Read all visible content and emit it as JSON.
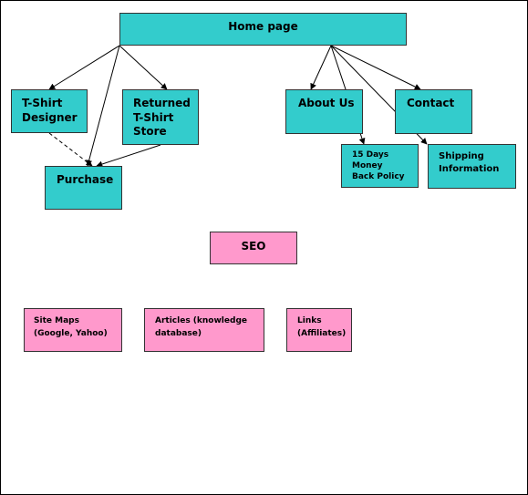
{
  "nodes": {
    "home": "Home page",
    "tshirt_designer": "T-Shirt\nDesigner",
    "returned_store": "Returned\nT-Shirt\nStore",
    "about": "About Us",
    "contact": "Contact",
    "purchase": "Purchase",
    "return_policy": "15 Days\nMoney\nBack Policy",
    "shipping": "Shipping\nInformation",
    "seo": "SEO",
    "site_maps": "Site Maps\n(Google, Yahoo)",
    "articles": "Articles (knowledge\ndatabase)",
    "links": "Links\n(Affiliates)"
  },
  "colors": {
    "teal": "#33CCCC",
    "pink": "#FF99CC",
    "edge": "#000000"
  },
  "edges": [
    {
      "from": "home",
      "to": "tshirt_designer"
    },
    {
      "from": "home",
      "to": "returned_store"
    },
    {
      "from": "home",
      "to": "purchase"
    },
    {
      "from": "home",
      "to": "about"
    },
    {
      "from": "home",
      "to": "contact"
    },
    {
      "from": "home",
      "to": "return_policy"
    },
    {
      "from": "home",
      "to": "shipping"
    },
    {
      "from": "tshirt_designer",
      "to": "purchase",
      "style": "dashed"
    },
    {
      "from": "returned_store",
      "to": "purchase"
    }
  ]
}
